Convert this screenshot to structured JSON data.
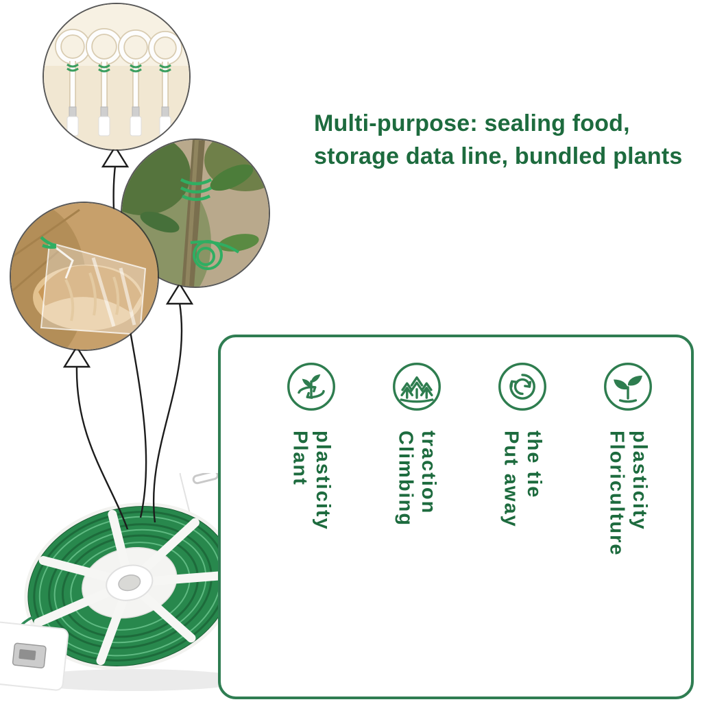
{
  "heading": {
    "line1": "Multi-purpose: sealing food,",
    "line2": "storage data line, bundled plants",
    "color": "#1d6b3e"
  },
  "photos": {
    "cables": "data-cables-bundled-photo",
    "plant": "plant-stem-tied-photo",
    "bread": "bread-bag-sealed-photo",
    "spool": "green-twist-tie-wire-spool-photo"
  },
  "features": {
    "panel_border_color": "#2f7d52",
    "accent_green": "#2e7d4f",
    "items": [
      {
        "icon": "plant-rotation-icon",
        "lines": [
          "Plant",
          "plasticity"
        ]
      },
      {
        "icon": "climbing-trees-icon",
        "lines": [
          "Climbing",
          "traction"
        ]
      },
      {
        "icon": "recycle-arrows-icon",
        "lines": [
          "Put away",
          "the tie"
        ]
      },
      {
        "icon": "sprout-icon",
        "lines": [
          "Floriculture",
          "plasticity"
        ]
      }
    ]
  }
}
